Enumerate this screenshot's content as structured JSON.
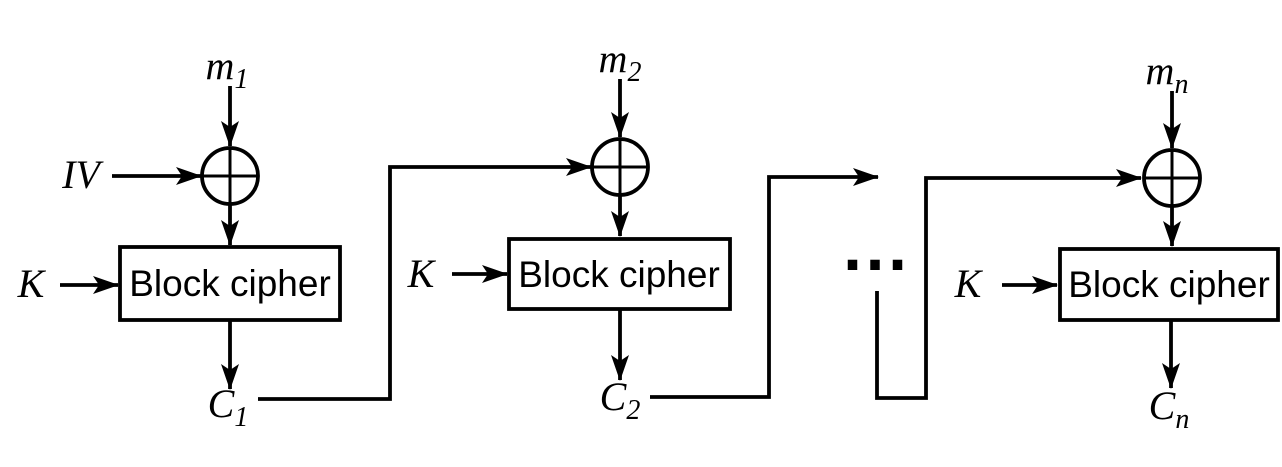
{
  "diagram": {
    "iv_label": "IV",
    "ellipsis": "···",
    "blocks": [
      {
        "input": {
          "base": "m",
          "sub": "1"
        },
        "key": "K",
        "cipher": "Block cipher",
        "output": {
          "base": "C",
          "sub": "1"
        }
      },
      {
        "input": {
          "base": "m",
          "sub": "2"
        },
        "key": "K",
        "cipher": "Block cipher",
        "output": {
          "base": "C",
          "sub": "2"
        }
      },
      {
        "input": {
          "base": "m",
          "sub": "n"
        },
        "key": "K",
        "cipher": "Block cipher",
        "output": {
          "base": "C",
          "sub": "n"
        }
      }
    ]
  },
  "colors": {
    "ink": "#000000",
    "background": "#ffffff"
  }
}
